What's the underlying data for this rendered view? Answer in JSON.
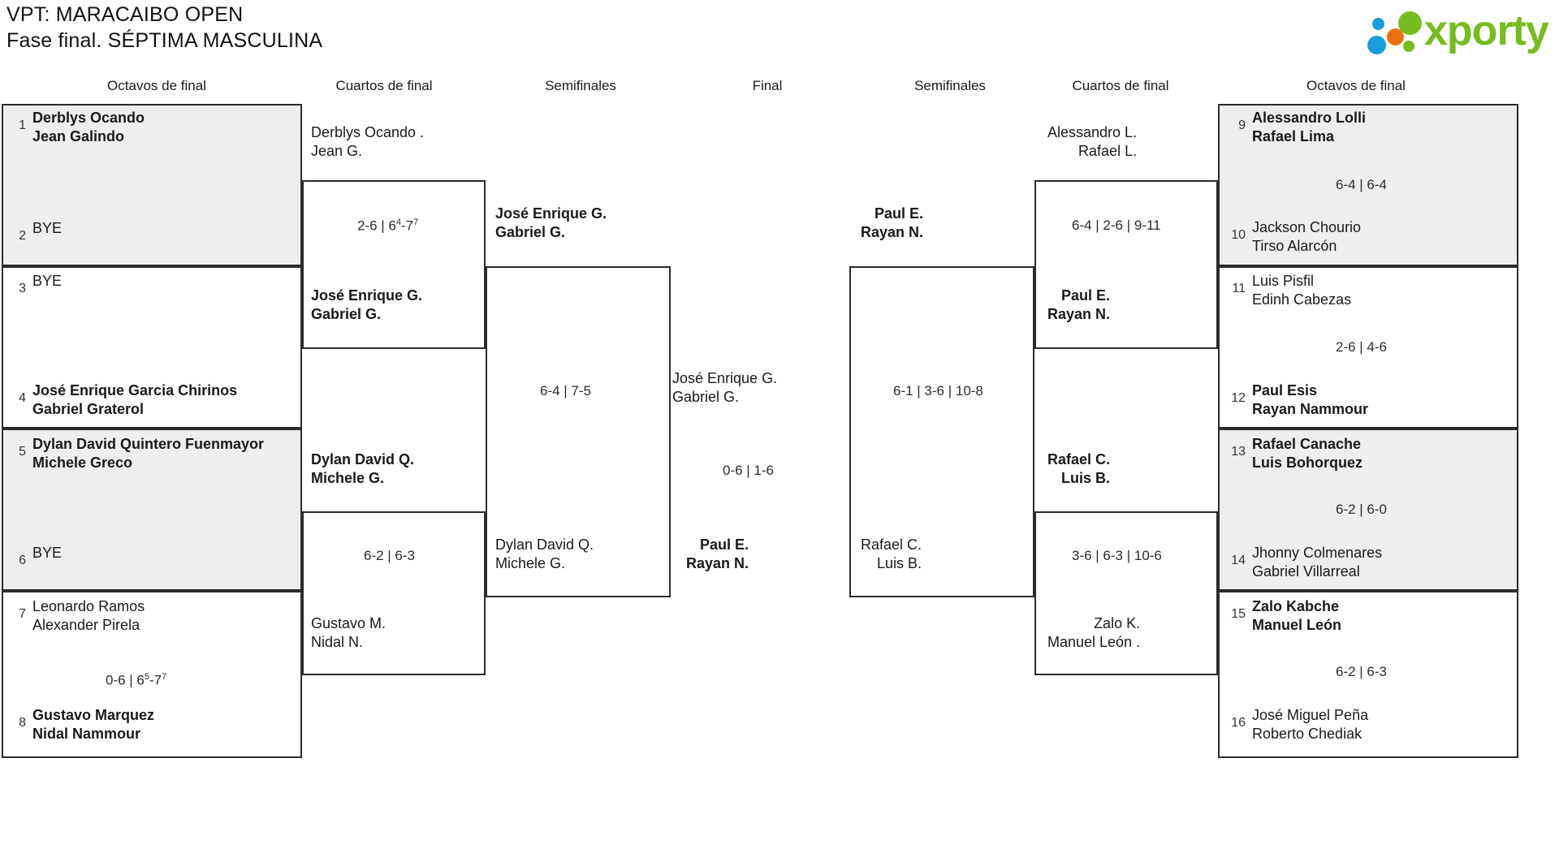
{
  "header": {
    "title_line1": "VPT: MARACAIBO OPEN",
    "title_line2": "Fase final. SÉPTIMA MASCULINA",
    "logo_text": "xporty",
    "logo_colors": {
      "green": "#76bc21",
      "blue": "#1b9dd9",
      "orange": "#e8700f"
    }
  },
  "round_headers": {
    "left_r16": "Octavos de final",
    "left_qf": "Cuartos de final",
    "left_sf": "Semifinales",
    "final": "Final",
    "right_sf": "Semifinales",
    "right_qf": "Cuartos de final",
    "right_r16": "Octavos de final"
  },
  "left": {
    "r16": [
      {
        "seed": "1",
        "p1": "Derblys Ocando",
        "p2": "Jean Galindo",
        "winner": true,
        "shaded": true
      },
      {
        "seed": "2",
        "p1": "BYE",
        "p2": "",
        "winner": false,
        "shaded": true
      },
      {
        "seed": "3",
        "p1": "BYE",
        "p2": "",
        "winner": false,
        "shaded": false
      },
      {
        "seed": "4",
        "p1": "José Enrique Garcia Chirinos",
        "p2": "Gabriel Graterol",
        "winner": true,
        "shaded": false
      },
      {
        "seed": "5",
        "p1": "Dylan David Quintero Fuenmayor",
        "p2": "Michele Greco",
        "winner": true,
        "shaded": true
      },
      {
        "seed": "6",
        "p1": "BYE",
        "p2": "",
        "winner": false,
        "shaded": true
      },
      {
        "seed": "7",
        "p1": "Leonardo Ramos",
        "p2": "Alexander Pirela",
        "winner": false,
        "shaded": false
      },
      {
        "seed": "8",
        "p1": "Gustavo Marquez",
        "p2": "Nidal Nammour",
        "winner": true,
        "shaded": false
      }
    ],
    "r16_scores": [
      {
        "text": "",
        "parts": []
      },
      {
        "text": "",
        "parts": []
      },
      {
        "text": "",
        "parts": []
      },
      {
        "text": "0-6 | 6⁵-7⁷",
        "parts": []
      }
    ],
    "qf": [
      {
        "p1": "Derblys Ocando .",
        "p2": "Jean G.",
        "winner": false
      },
      {
        "p1": "José Enrique G.",
        "p2": "Gabriel G.",
        "winner": true
      },
      {
        "p1": "Dylan David Q.",
        "p2": "Michele G.",
        "winner": true
      },
      {
        "p1": "Gustavo M.",
        "p2": "Nidal N.",
        "winner": false
      }
    ],
    "qf_scores": [
      "2-6 | 6⁴-7⁷",
      "6-2 | 6-3"
    ],
    "sf": [
      {
        "p1": "José Enrique G.",
        "p2": "Gabriel G.",
        "winner": true
      },
      {
        "p1": "Dylan David Q.",
        "p2": "Michele G.",
        "winner": false
      }
    ],
    "sf_score": "6-4 | 7-5"
  },
  "final": {
    "left_team": {
      "p1": "José Enrique G.",
      "p2": "Gabriel G.",
      "winner": false
    },
    "right_team": {
      "p1": "Paul E.",
      "p2": "Rayan N.",
      "winner": true
    },
    "score": "0-6 | 1-6"
  },
  "right": {
    "sf": [
      {
        "p1": "Paul E.",
        "p2": "Rayan N.",
        "winner": true
      },
      {
        "p1": "Rafael C.",
        "p2": "Luis B.",
        "winner": false
      }
    ],
    "sf_score": "6-1 | 3-6 | 10-8",
    "qf": [
      {
        "p1": "Alessandro L.",
        "p2": "Rafael L.",
        "winner": false
      },
      {
        "p1": "Paul E.",
        "p2": "Rayan N.",
        "winner": true
      },
      {
        "p1": "Rafael C.",
        "p2": "Luis B.",
        "winner": true
      },
      {
        "p1": "Zalo K.",
        "p2": "Manuel León .",
        "winner": false
      }
    ],
    "qf_scores": [
      "6-4 | 2-6 | 9-11",
      "3-6 | 6-3 | 10-6"
    ],
    "r16": [
      {
        "seed": "9",
        "p1": "Alessandro Lolli",
        "p2": "Rafael Lima",
        "winner": true,
        "shaded": true
      },
      {
        "seed": "10",
        "p1": "Jackson Chourio",
        "p2": "Tirso Alarcón",
        "winner": false,
        "shaded": true
      },
      {
        "seed": "11",
        "p1": "Luis Pisfil",
        "p2": "Edinh Cabezas",
        "winner": false,
        "shaded": false
      },
      {
        "seed": "12",
        "p1": "Paul Esis",
        "p2": "Rayan Nammour",
        "winner": true,
        "shaded": false
      },
      {
        "seed": "13",
        "p1": "Rafael Canache",
        "p2": "Luis Bohorquez",
        "winner": true,
        "shaded": true
      },
      {
        "seed": "14",
        "p1": "Jhonny Colmenares",
        "p2": "Gabriel Villarreal",
        "winner": false,
        "shaded": true
      },
      {
        "seed": "15",
        "p1": "Zalo Kabche",
        "p2": "Manuel León",
        "winner": true,
        "shaded": false
      },
      {
        "seed": "16",
        "p1": "José Miguel Peña",
        "p2": "Roberto Chediak",
        "winner": false,
        "shaded": false
      }
    ],
    "r16_scores": [
      "6-4 | 6-4",
      "2-6 | 4-6",
      "6-2 | 6-0",
      "6-2 | 6-3"
    ]
  }
}
